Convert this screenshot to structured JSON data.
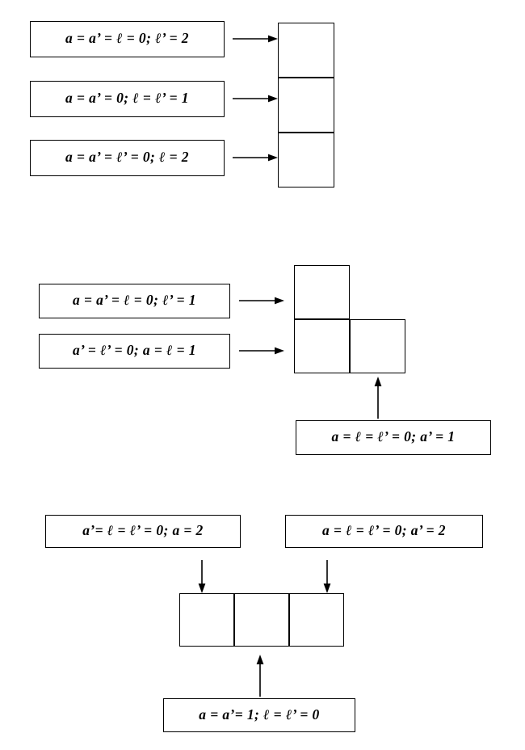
{
  "figure": {
    "type": "diagram",
    "description": "Three groups of polyomino cell configurations with labelled parameter boxes connected by arrows",
    "background_color": "#ffffff",
    "line_color": "#000000"
  },
  "groups": [
    {
      "id": "group-1",
      "shape": "vertical-tromino",
      "cell_count": 3,
      "labels": [
        {
          "id": "g1-label-1",
          "text": "a = a’ = ℓ = 0; ℓ’ = 2"
        },
        {
          "id": "g1-label-2",
          "text": "a = a’ = 0; ℓ = ℓ’ = 1"
        },
        {
          "id": "g1-label-3",
          "text": "a = a’ = ℓ’ = 0; ℓ = 2"
        }
      ],
      "arrows": [
        {
          "id": "g1-arrow-1",
          "direction": "right"
        },
        {
          "id": "g1-arrow-2",
          "direction": "right"
        },
        {
          "id": "g1-arrow-3",
          "direction": "right"
        }
      ]
    },
    {
      "id": "group-2",
      "shape": "L-tromino",
      "cell_count": 3,
      "labels": [
        {
          "id": "g2-label-1",
          "text": "a = a’ = ℓ = 0; ℓ’ = 1"
        },
        {
          "id": "g2-label-2",
          "text": "a’ = ℓ’ = 0; a = ℓ = 1"
        },
        {
          "id": "g2-label-3",
          "text": "a = ℓ = ℓ’ = 0; a’ = 1"
        }
      ],
      "arrows": [
        {
          "id": "g2-arrow-1",
          "direction": "right"
        },
        {
          "id": "g2-arrow-2",
          "direction": "right"
        },
        {
          "id": "g2-arrow-3",
          "direction": "up"
        }
      ]
    },
    {
      "id": "group-3",
      "shape": "horizontal-tromino",
      "cell_count": 3,
      "labels": [
        {
          "id": "g3-label-1",
          "text": "a’= ℓ = ℓ’ = 0; a = 2"
        },
        {
          "id": "g3-label-2",
          "text": "a = ℓ = ℓ’ = 0; a’ = 2"
        },
        {
          "id": "g3-label-3",
          "text": "a = a’= 1; ℓ = ℓ’ = 0"
        }
      ],
      "arrows": [
        {
          "id": "g3-arrow-1",
          "direction": "down"
        },
        {
          "id": "g3-arrow-2",
          "direction": "down"
        },
        {
          "id": "g3-arrow-3",
          "direction": "up"
        }
      ]
    }
  ]
}
